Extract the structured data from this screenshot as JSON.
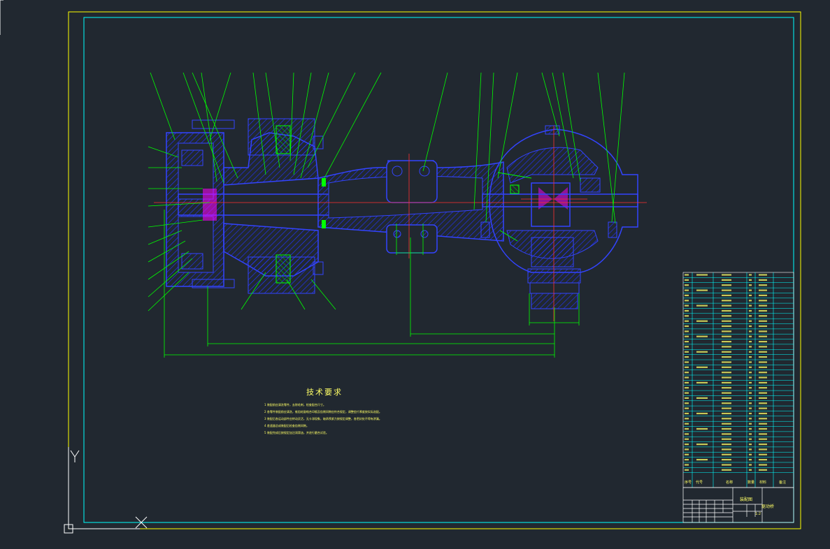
{
  "drawing": {
    "tech_title": "技术要求",
    "tech_notes": [
      "1 装配前应清洗零件，去除毛刺，检查配合尺寸。",
      "2 各零件装配前应清洗，锥齿轮副啮合印痕及齿侧间隙应符合规定，调整垫片厚度按实际选配。",
      "3 装配后各运动部件应转动灵活，无卡滞现象，轴承预紧力按规定调整，各密封处不得有渗漏。",
      "4 差速器总成装配后检查齿侧间隙。",
      "5 装配完成后按规定加注润滑油，并进行磨合试验。"
    ],
    "title_block": {
      "drawing_title": "装配图",
      "drawing_name": "驱动桥",
      "scale": "1:2"
    },
    "parts_header": [
      "序号",
      "代号",
      "名称",
      "数量",
      "材料",
      "备注"
    ],
    "ucs_label": "Y",
    "colors": {
      "background": "#212830",
      "border_outer": "#ffff00",
      "border_inner": "#00ffff",
      "outline": "#0000ff",
      "leader": "#00ff00",
      "centerline": "#ff0000",
      "hatch": "#0000ff",
      "text": "#ffff66",
      "accent": "#ff00ff"
    }
  }
}
